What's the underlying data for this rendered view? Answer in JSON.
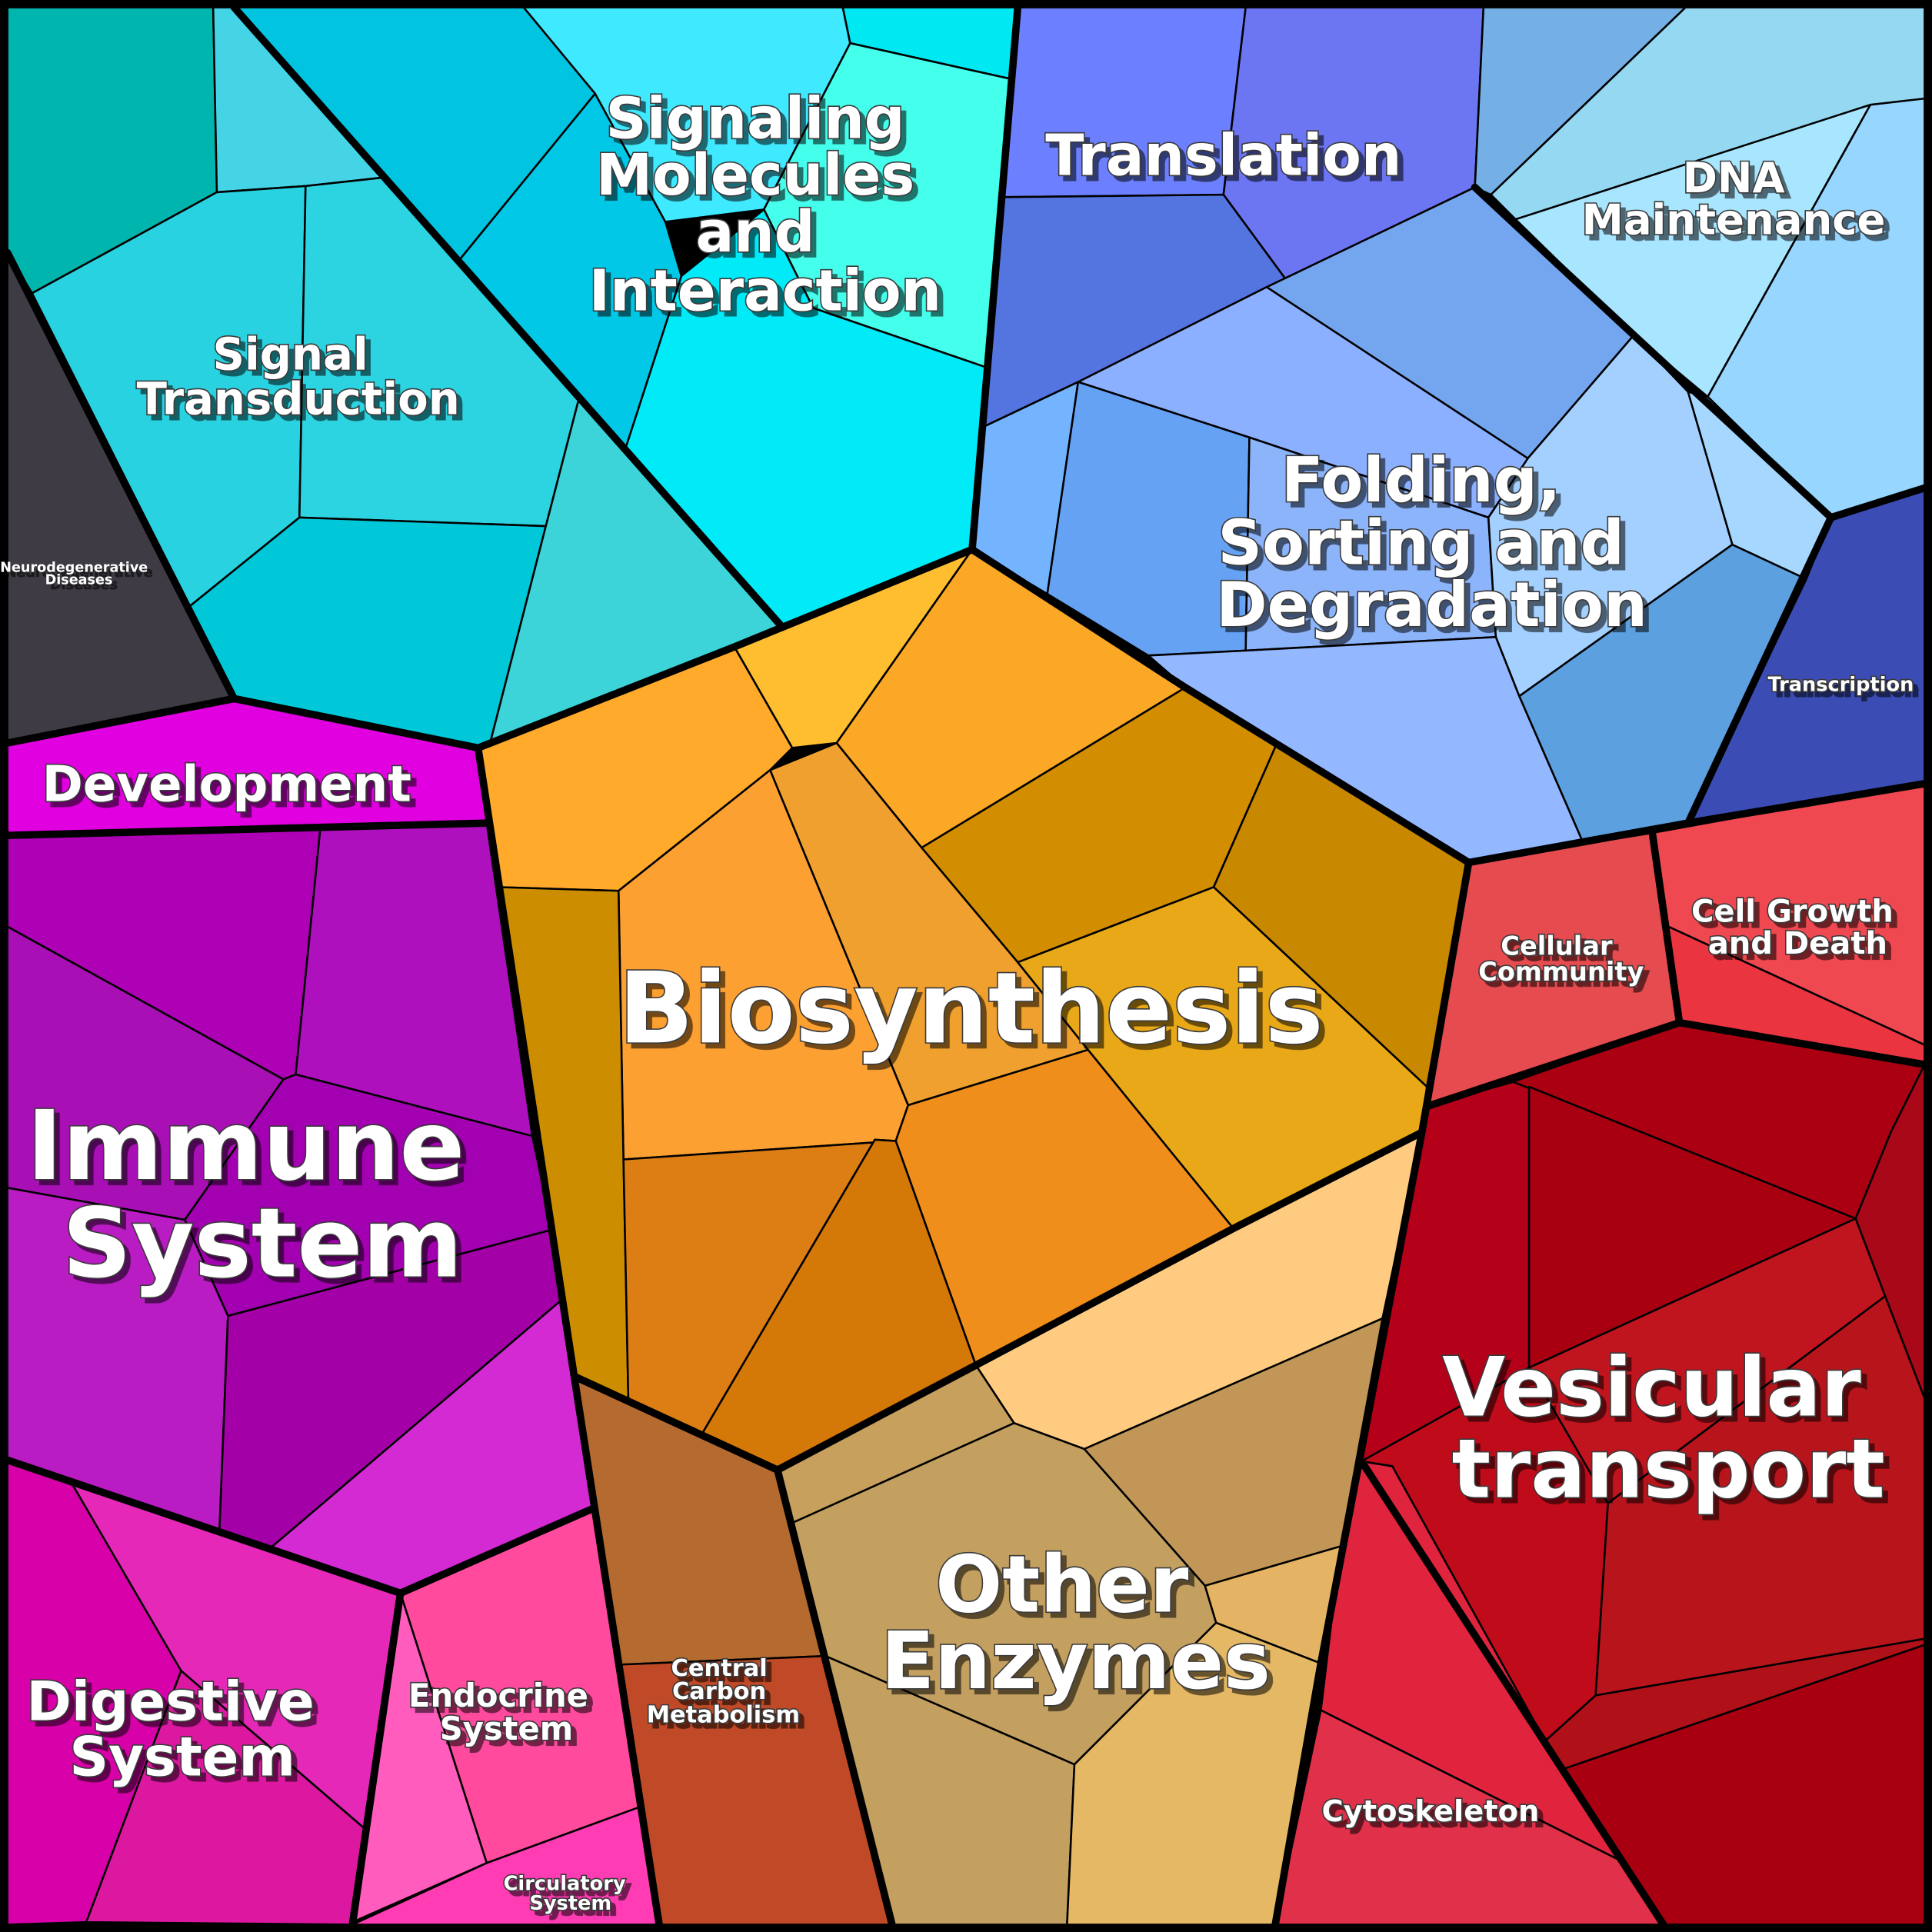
{
  "title": "",
  "groups": [
    {
      "id": "biosynthesis",
      "label": "Biosynthesis",
      "lines": [
        "Biosynthesis"
      ],
      "color": "#F59E0B"
    },
    {
      "id": "immune",
      "label": "Immune System",
      "lines": [
        "Immune",
        "System"
      ],
      "color": "#A21CAF"
    },
    {
      "id": "vesicular",
      "label": "Vesicular transport",
      "lines": [
        "Vesicular",
        "transport"
      ],
      "color": "#B00012"
    },
    {
      "id": "other-enzymes",
      "label": "Other Enzymes",
      "lines": [
        "Other",
        "Enzymes"
      ],
      "color": "#C49A5A"
    },
    {
      "id": "folding",
      "label": "Folding, Sorting and Degradation",
      "lines": [
        "Folding,",
        "Sorting and",
        "Degradation"
      ],
      "color": "#8FB3FF"
    },
    {
      "id": "signaling-molecules",
      "label": "Signaling Molecules and Interaction",
      "lines": [
        "Signaling",
        "Molecules",
        "and",
        "Interaction"
      ],
      "color": "#00D8F0"
    },
    {
      "id": "signal-transduction",
      "label": "Signal Transduction",
      "lines": [
        "Signal",
        "Transduction"
      ],
      "color": "#2CD3E0"
    },
    {
      "id": "translation",
      "label": "Translation",
      "lines": [
        "Translation"
      ],
      "color": "#6B7BF0"
    },
    {
      "id": "dna-maintenance",
      "label": "DNA Maintenance",
      "lines": [
        "DNA",
        "Maintenance"
      ],
      "color": "#9AD8F5"
    },
    {
      "id": "transcription",
      "label": "Transcription",
      "lines": [
        "Transcription"
      ],
      "color": "#3B4DB5"
    },
    {
      "id": "development",
      "label": "Development",
      "lines": [
        "Development"
      ],
      "color": "#E000E0"
    },
    {
      "id": "neurodegenerative",
      "label": "Neurodegenerative Diseases",
      "lines": [
        "Neurodegenerative",
        "Diseases"
      ],
      "color": "#3E3B44"
    },
    {
      "id": "digestive",
      "label": "Digestive System",
      "lines": [
        "Digestive",
        "System"
      ],
      "color": "#E020B0"
    },
    {
      "id": "endocrine",
      "label": "Endocrine System",
      "lines": [
        "Endocrine",
        "System"
      ],
      "color": "#FF4A9E"
    },
    {
      "id": "circulatory",
      "label": "Circulatory System",
      "lines": [
        "Circulatory",
        "System"
      ],
      "color": "#FF3CB4"
    },
    {
      "id": "central-carbon",
      "label": "Central Carbon Metabolism",
      "lines": [
        "Central",
        "Carbon",
        "Metabolism"
      ],
      "color": "#C04A28"
    },
    {
      "id": "cellular-community",
      "label": "Cellular Community",
      "lines": [
        "Cellular",
        "Community"
      ],
      "color": "#E54B4F"
    },
    {
      "id": "cell-growth",
      "label": "Cell Growth and Death",
      "lines": [
        "Cell Growth",
        "and Death"
      ],
      "color": "#EE3A45"
    },
    {
      "id": "cytoskeleton",
      "label": "Cytoskeleton",
      "lines": [
        "Cytoskeleton"
      ],
      "color": "#E0243E"
    }
  ]
}
